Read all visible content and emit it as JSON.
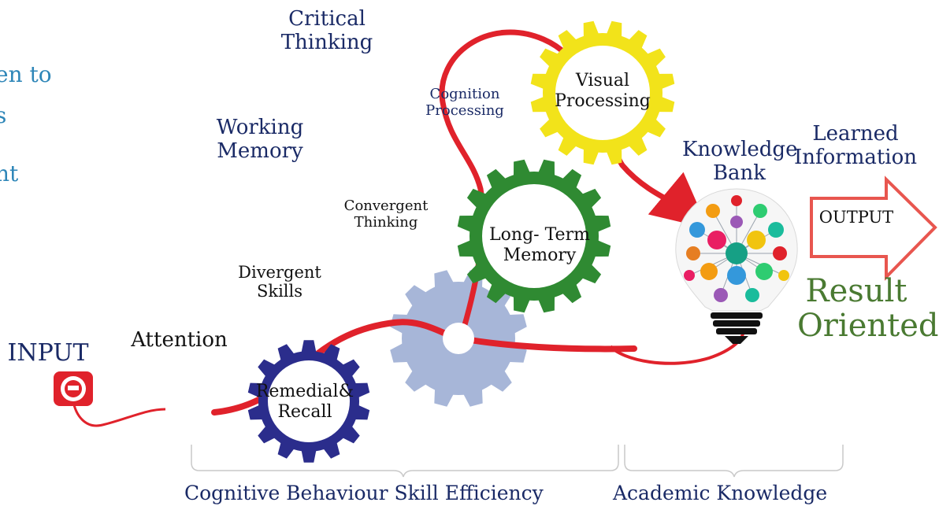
{
  "side_fragments": [
    "en to",
    "s",
    "nt"
  ],
  "labels": {
    "critical_thinking": [
      "Critical",
      "Thinking"
    ],
    "working_memory": [
      "Working",
      "Memory"
    ],
    "cognition_processing": [
      "Cognition",
      "Processing"
    ],
    "convergent_thinking": [
      "Convergent",
      "Thinking"
    ],
    "divergent_skills": [
      "Divergent",
      "Skills"
    ],
    "attention": "Attention",
    "input": "INPUT",
    "visual_processing": [
      "Visual",
      "Processing"
    ],
    "long_term_memory": [
      "Long- Term",
      "Memory"
    ],
    "remedial_recall": [
      "Remedial&",
      "Recall"
    ],
    "knowledge_bank": [
      "Knowledge",
      "Bank"
    ],
    "learned_information": [
      "Learned",
      "Information"
    ],
    "output": "OUTPUT",
    "result_oriented": [
      "Result",
      "Oriented"
    ],
    "cognitive_behaviour": "Cognitive Behaviour Skill Efficiency",
    "academic_knowledge": "Academic Knowledge"
  },
  "colors": {
    "path": "#e0222b",
    "gear_yellow": "#f2e31a",
    "gear_green": "#2f8a32",
    "gear_blue": "#2b2d8c",
    "gear_grey": "#a7b6d8",
    "text_navy": "#1a2a66",
    "result_green": "#4a7a32",
    "side_blue": "#2e86b8"
  }
}
